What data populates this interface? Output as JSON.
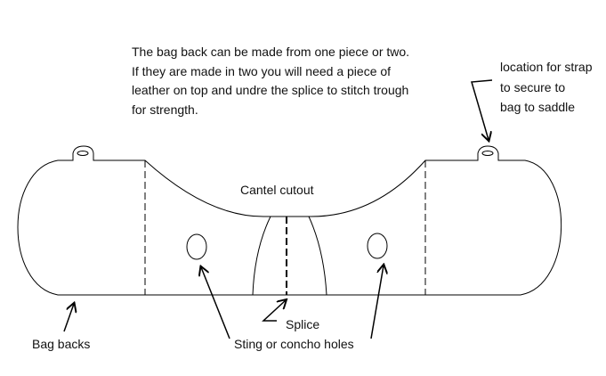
{
  "note_lines": [
    "The bag back can be made from one piece or two.",
    "If they are made in two you will need a piece of",
    "leather on top and undre the splice to stitch trough",
    "for strength."
  ],
  "strap_label_lines": [
    "location for strap",
    "to secure to",
    "bag to saddle"
  ],
  "labels": {
    "cantle": "Cantel cutout",
    "splice": "Splice",
    "holes": "Sting or concho holes",
    "bag_backs": "Bag backs"
  }
}
